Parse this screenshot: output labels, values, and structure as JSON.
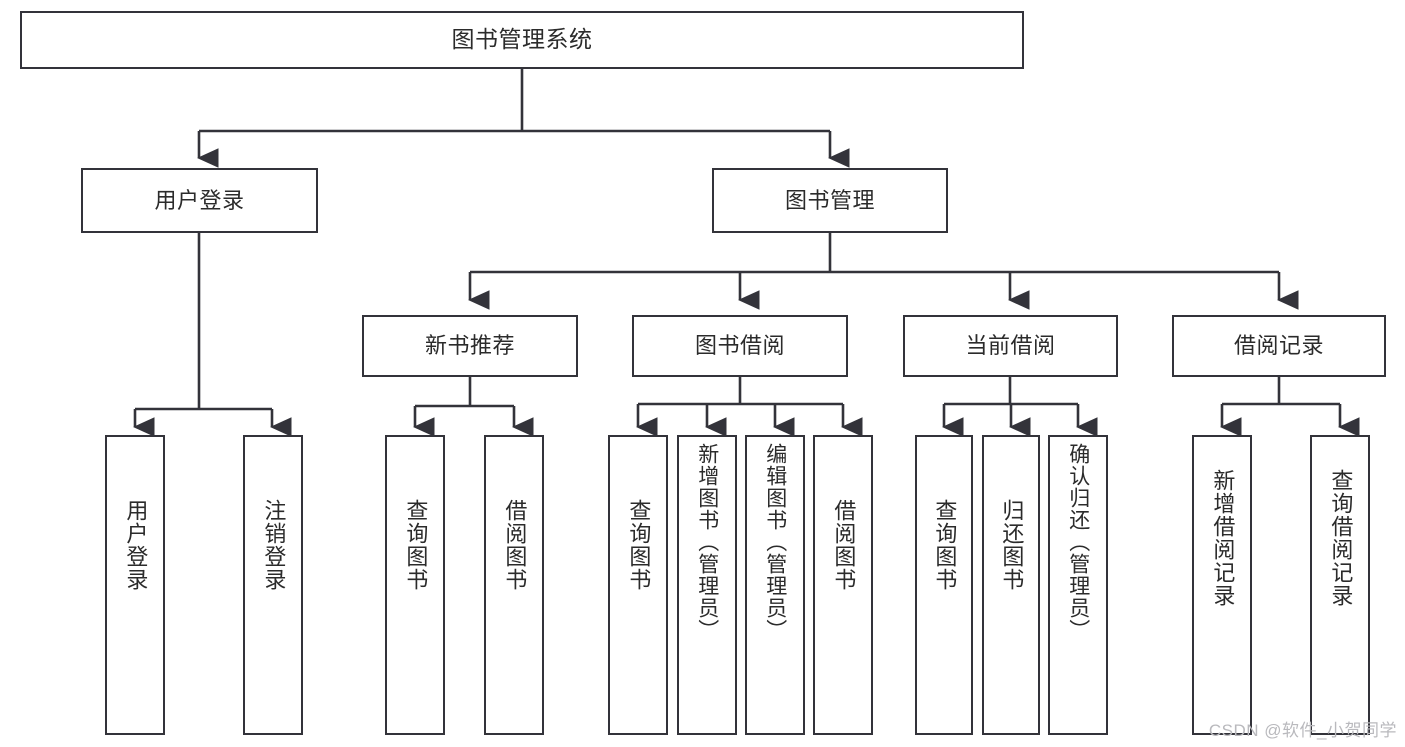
{
  "diagram": {
    "title": "图书管理系统",
    "type": "tree-hierarchy",
    "colors": {
      "stroke": "#33333a",
      "text": "#2b2b2b",
      "background": "#ffffff",
      "watermark": "#b9b9bd"
    },
    "root": {
      "label": "图书管理系统"
    },
    "level1": [
      {
        "label": "用户登录"
      },
      {
        "label": "图书管理"
      }
    ],
    "level2": [
      {
        "label": "新书推荐"
      },
      {
        "label": "图书借阅"
      },
      {
        "label": "当前借阅"
      },
      {
        "label": "借阅记录"
      }
    ],
    "leaves": {
      "user_login": [
        {
          "label": "用户登录"
        },
        {
          "label": "注销登录"
        }
      ],
      "new_book_recommend": [
        {
          "label": "查询图书"
        },
        {
          "label": "借阅图书"
        }
      ],
      "book_borrow": [
        {
          "label": "查询图书"
        },
        {
          "label": "新增图书（管理员）"
        },
        {
          "label": "编辑图书（管理员）"
        },
        {
          "label": "借阅图书"
        }
      ],
      "current_borrow": [
        {
          "label": "查询图书"
        },
        {
          "label": "归还图书"
        },
        {
          "label": "确认归还（管理员）"
        }
      ],
      "borrow_record": [
        {
          "label": "新增借阅记录"
        },
        {
          "label": "查询借阅记录"
        }
      ]
    },
    "watermark": "CSDN @软件_小贺同学"
  }
}
